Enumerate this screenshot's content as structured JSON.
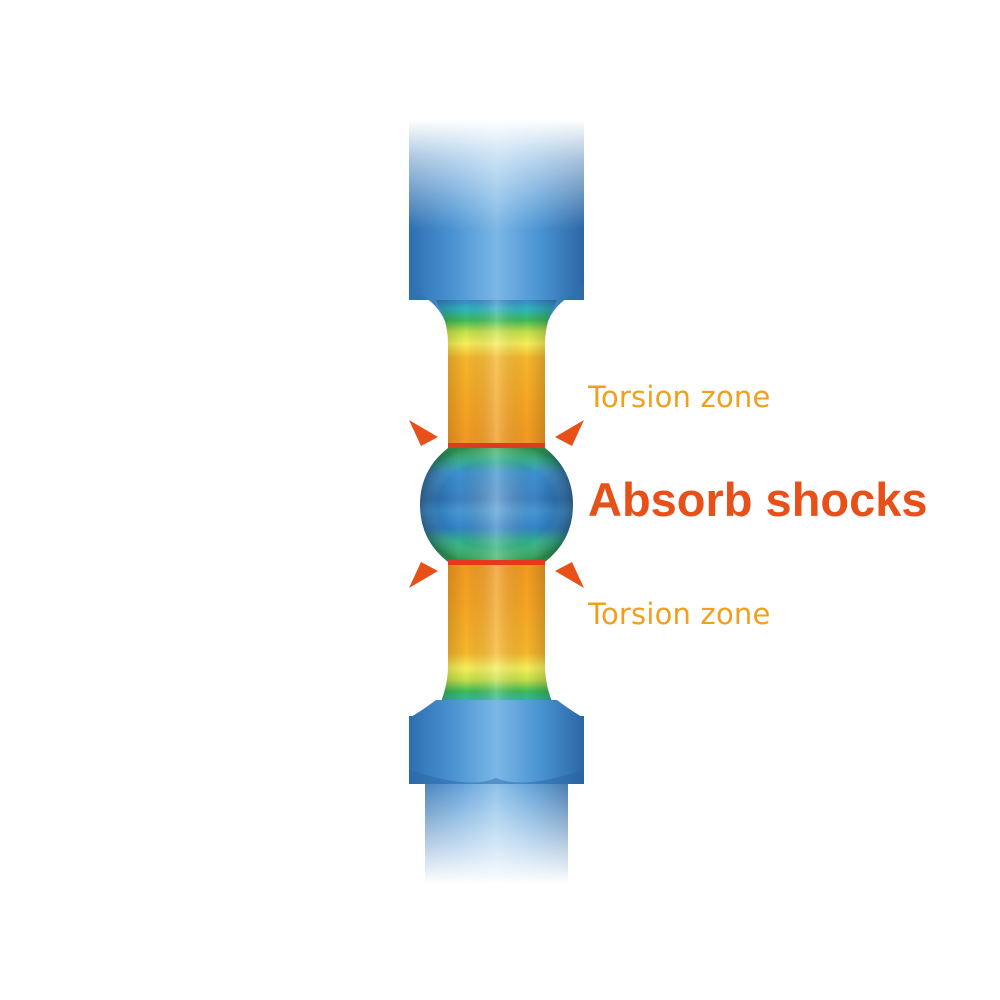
{
  "labels": {
    "torsion_top": "Torsion zone",
    "absorb": "Absorb shocks",
    "torsion_bottom": "Torsion zone"
  },
  "colors": {
    "torsion_text": "#f0a01e",
    "absorb_text": "#e8501a",
    "arrow": "#e8501a",
    "shaft_blue": "#3d86c8",
    "zone_orange": "#f5a623",
    "band_green": "#3dbb5a",
    "band_yellow": "#f2e84a",
    "stress_line": "#e23a1e"
  }
}
